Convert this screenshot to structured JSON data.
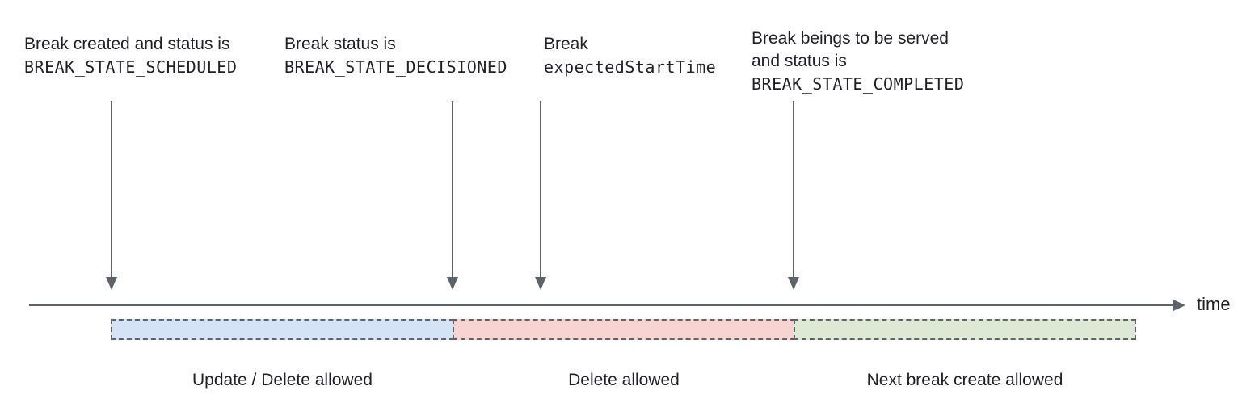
{
  "annotations": [
    {
      "line1": "Break created and status is",
      "code": "BREAK_STATE_SCHEDULED"
    },
    {
      "line1": "Break status is",
      "code": "BREAK_STATE_DECISIONED"
    },
    {
      "line1": "Break",
      "code": "expectedStartTime"
    },
    {
      "line1": "Break beings to be served",
      "line2": "and status is",
      "code": "BREAK_STATE_COMPLETED"
    }
  ],
  "timeline": {
    "axis_label": "time"
  },
  "segments": [
    {
      "label": "Update / Delete allowed",
      "fill": "#d4e3f6"
    },
    {
      "label": "Delete allowed",
      "fill": "#f7d3d2"
    },
    {
      "label": "Next break create allowed",
      "fill": "#dde9d4"
    }
  ],
  "colors": {
    "text": "#202124",
    "line": "#5f6368",
    "dashed_border": "#5f6368"
  }
}
